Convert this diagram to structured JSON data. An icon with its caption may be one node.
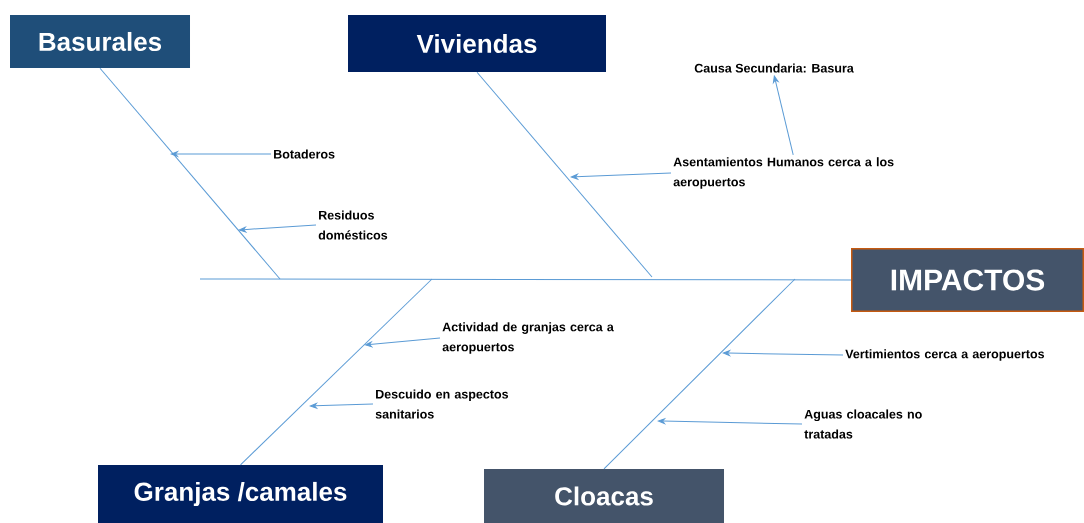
{
  "diagram": {
    "nodes": [
      {
        "text": [
          "Basurales"
        ]
      },
      {
        "text": [
          "Viviendas"
        ]
      },
      {
        "text": [
          "Causa Secundaria: Basura"
        ]
      },
      {
        "text": [
          "Botaderos"
        ]
      },
      {
        "text": [
          "Asentamientos Humanos cerca a los aeropuertos"
        ]
      },
      {
        "text": [
          "Residuos domésticos"
        ]
      },
      {
        "text": [
          "IMPACTOS"
        ]
      },
      {
        "text": [
          "Actividad de granjas cerca a aeropuertos"
        ]
      },
      {
        "text": [
          "Vertimientos cerca a aeropuertos"
        ]
      },
      {
        "text": [
          "Descuido en aspectos sanitarios"
        ]
      },
      {
        "text": [
          "Aguas cloacales no tratadas"
        ]
      },
      {
        "text": [
          "Granjas /camales"
        ]
      },
      {
        "text": [
          "Cloacas"
        ]
      }
    ],
    "edges": [
      {
        "from": 0,
        "to": null,
        "arrow": "none"
      },
      {
        "from": 1,
        "to": null,
        "arrow": "none"
      },
      {
        "from": 11,
        "to": null,
        "arrow": "none"
      },
      {
        "from": 12,
        "to": null,
        "arrow": "none"
      },
      {
        "from": null,
        "to": 6,
        "arrow": "none"
      },
      {
        "from": 3,
        "to": null,
        "arrow": "to"
      },
      {
        "from": 5,
        "to": null,
        "arrow": "to"
      },
      {
        "from": 4,
        "to": null,
        "arrow": "to"
      },
      {
        "from": 4,
        "to": 2,
        "arrow": "to"
      },
      {
        "from": 7,
        "to": null,
        "arrow": "to"
      },
      {
        "from": 9,
        "to": null,
        "arrow": "to"
      },
      {
        "from": 8,
        "to": null,
        "arrow": "to"
      },
      {
        "from": 10,
        "to": null,
        "arrow": "to"
      }
    ]
  }
}
